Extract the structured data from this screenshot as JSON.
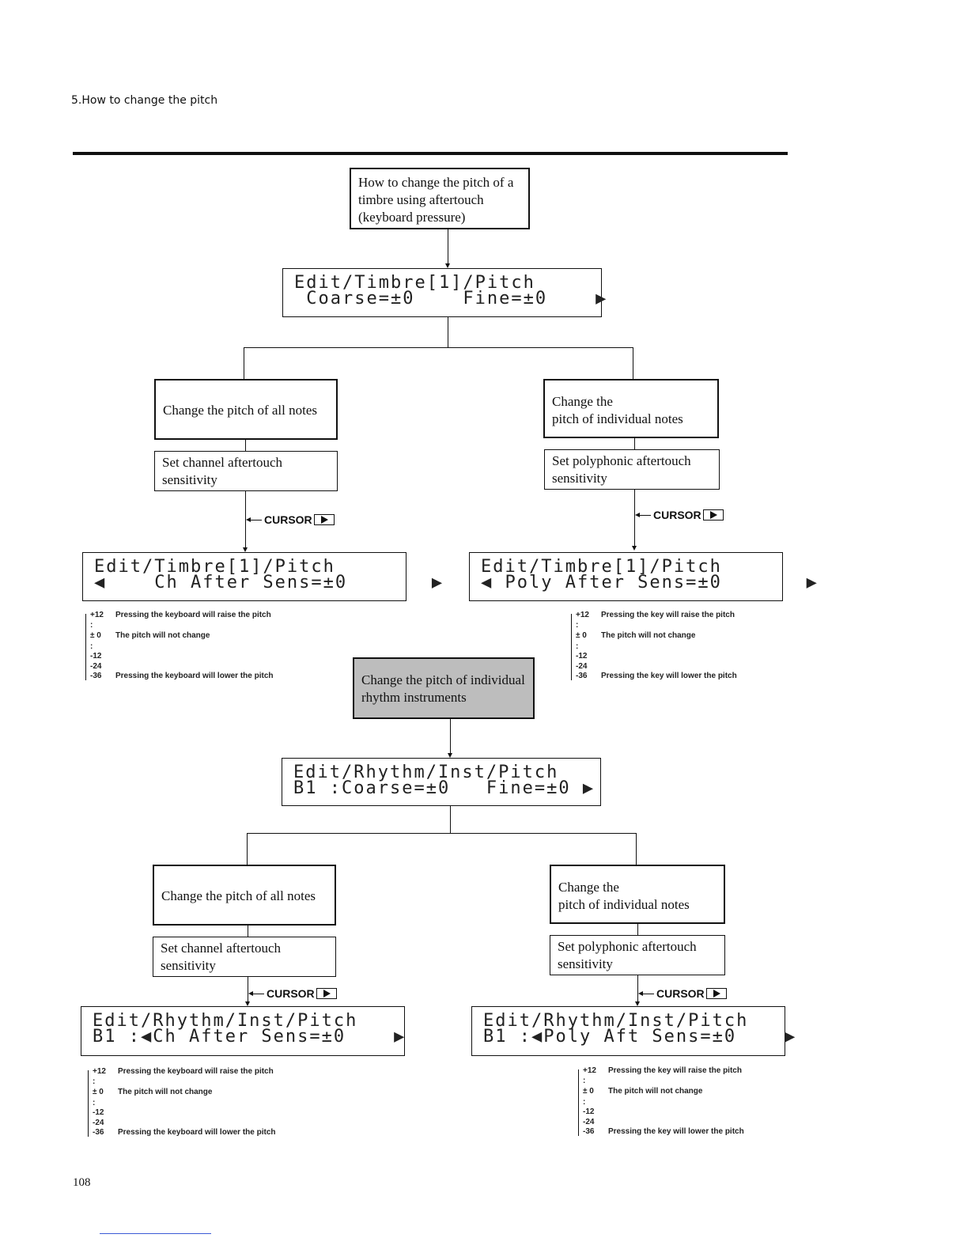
{
  "header": {
    "section": "5.How  to  change  the  pitch"
  },
  "top_box": {
    "lines": [
      "How to change the pitch of a",
      "timbre using aftertouch",
      "(keyboard pressure)"
    ]
  },
  "lcd_timbre_main": {
    "line1": "Edit/Timbre[1]/Pitch",
    "line2": " Coarse=±0    Fine=±0    ▶"
  },
  "timbre_left": {
    "change": "Change the pitch of all notes",
    "set": [
      "Set channel aftertouch",
      "sensitivity"
    ],
    "cursor": "CURSOR",
    "lcd_line1": "Edit/Timbre[1]/Pitch",
    "lcd_line2": "◀    Ch After Sens=±0       ▶",
    "range": [
      {
        "v": "+12",
        "t": "Pressing the keyboard will raise the pitch"
      },
      {
        "v": ":",
        "t": ""
      },
      {
        "v": "± 0",
        "t": "The pitch will not change"
      },
      {
        "v": ":",
        "t": ""
      },
      {
        "v": "-12",
        "t": ""
      },
      {
        "v": "-24",
        "t": ""
      },
      {
        "v": "-36",
        "t": "Pressing the keyboard will lower the pitch"
      }
    ]
  },
  "timbre_right": {
    "change": [
      "Change the",
      "pitch of individual notes"
    ],
    "set": [
      "Set polyphonic aftertouch",
      "sensitivity"
    ],
    "cursor": "CURSOR",
    "lcd_line1": "Edit/Timbre[1]/Pitch",
    "lcd_line2": "◀ Poly After Sens=±0       ▶",
    "range": [
      {
        "v": "+12",
        "t": "Pressing the key will raise the pitch"
      },
      {
        "v": ":",
        "t": ""
      },
      {
        "v": "± 0",
        "t": "The pitch will not change"
      },
      {
        "v": ":",
        "t": ""
      },
      {
        "v": "-12",
        "t": ""
      },
      {
        "v": "-24",
        "t": ""
      },
      {
        "v": "-36",
        "t": "Pressing the key will lower the pitch"
      }
    ]
  },
  "rhythm_box": {
    "lines": [
      "Change the pitch of individual",
      "rhythm instruments"
    ]
  },
  "lcd_rhythm_main": {
    "line1": "Edit/Rhythm/Inst/Pitch",
    "line2": "B1 :Coarse=±0   Fine=±0 ▶"
  },
  "rhythm_left": {
    "change": "Change the pitch of all notes",
    "set": [
      "Set channel aftertouch",
      "sensitivity"
    ],
    "cursor": "CURSOR",
    "lcd_line1": "Edit/Rhythm/Inst/Pitch",
    "lcd_line2": "B1 :◀Ch After Sens=±0    ▶",
    "range": [
      {
        "v": "+12",
        "t": "Pressing the keyboard will raise the pitch"
      },
      {
        "v": ":",
        "t": ""
      },
      {
        "v": "± 0",
        "t": "The pitch will not change"
      },
      {
        "v": ":",
        "t": ""
      },
      {
        "v": "-12",
        "t": ""
      },
      {
        "v": "-24",
        "t": ""
      },
      {
        "v": "-36",
        "t": "Pressing the keyboard will lower the pitch"
      }
    ]
  },
  "rhythm_right": {
    "change": [
      "Change the",
      "pitch of individual notes"
    ],
    "set": [
      "Set polyphonic aftertouch",
      "sensitivity"
    ],
    "cursor": "CURSOR",
    "lcd_line1": "Edit/Rhythm/Inst/Pitch",
    "lcd_line2": "B1 :◀Poly Aft Sens=±0    ▶",
    "range": [
      {
        "v": "+12",
        "t": "Pressing the key will raise the pitch"
      },
      {
        "v": ":",
        "t": ""
      },
      {
        "v": "± 0",
        "t": "The pitch will not change"
      },
      {
        "v": ":",
        "t": ""
      },
      {
        "v": "-12",
        "t": ""
      },
      {
        "v": "-24",
        "t": ""
      },
      {
        "v": "-36",
        "t": "Pressing the key will lower the pitch"
      }
    ]
  },
  "footer": {
    "page_number": "108"
  }
}
